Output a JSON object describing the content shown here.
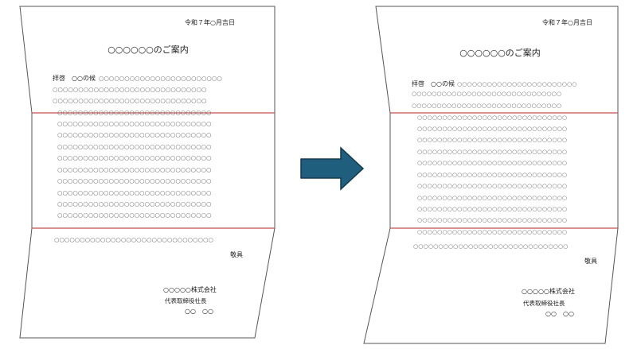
{
  "letter": {
    "date": "令和７年○月吉日",
    "title": "○○○○○○のご案内",
    "salutation": "拝啓　○○の候",
    "closing": "敬具",
    "company": "○○○○○株式会社",
    "signer_title": "代表取締役社長",
    "signer_name": "○○　○○",
    "placeholder_glyph": "○"
  },
  "colors": {
    "fold_line": "#c0504d",
    "arrow_fill": "#1f5f7d",
    "arrow_stroke": "#12394c",
    "paper_stroke": "#555555"
  },
  "diagram": {
    "left_label": "",
    "right_label": "",
    "arrow_icon": "right-arrow-icon"
  }
}
